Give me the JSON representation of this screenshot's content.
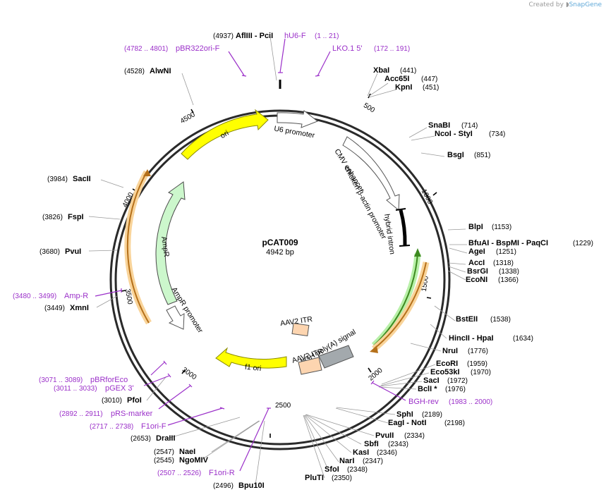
{
  "credit": {
    "prefix": "Created by",
    "brand": "SnapGene"
  },
  "plasmid": {
    "name": "pCAT009",
    "size_label": "4942 bp",
    "length": 4942
  },
  "ticks": [
    "500",
    "1000",
    "1500",
    "2000",
    "2500",
    "3000",
    "3500",
    "4000",
    "4500"
  ],
  "features": [
    {
      "label": "ori",
      "color": "#ffff00"
    },
    {
      "label": "U6 promoter",
      "color": "#ffffff"
    },
    {
      "label": "CMV enhancer",
      "color": "#ffffff"
    },
    {
      "label": "chicken β-actin promoter",
      "color": "#ffffff"
    },
    {
      "label": "hybrid intron",
      "color": "#000000"
    },
    {
      "label": "AmpR",
      "color": "#ccf7cc"
    },
    {
      "label": "AmpR promoter",
      "color": "#ffffff"
    },
    {
      "label": "AAV2 ITR",
      "color": "#fdd5b0"
    },
    {
      "label": "bGH poly(A) signal",
      "color": "#a3a9ad"
    },
    {
      "label": "AAV2 ITR",
      "color": "#fdd5b0"
    },
    {
      "label": "f1 ori",
      "color": "#ffff00"
    }
  ],
  "enzymes": [
    {
      "name": "AflIII  - PciI",
      "pos": "(4937)"
    },
    {
      "name": "XbaI",
      "pos": "(441)"
    },
    {
      "name": "Acc65I",
      "pos": "(447)"
    },
    {
      "name": "KpnI",
      "pos": "(451)"
    },
    {
      "name": "SnaBI",
      "pos": "(714)"
    },
    {
      "name": "NcoI  - StyI",
      "pos": "(734)"
    },
    {
      "name": "BsgI",
      "pos": "(851)"
    },
    {
      "name": "BlpI",
      "pos": "(1153)"
    },
    {
      "name": "BfuAI  - BspMI  - PaqCI",
      "pos": "(1229)"
    },
    {
      "name": "AgeI",
      "pos": "(1251)"
    },
    {
      "name": "AccI",
      "pos": "(1318)"
    },
    {
      "name": "BsrGI",
      "pos": "(1338)"
    },
    {
      "name": "EcoNI",
      "pos": "(1366)"
    },
    {
      "name": "BstEII",
      "pos": "(1538)"
    },
    {
      "name": "HincII  - HpaI",
      "pos": "(1634)"
    },
    {
      "name": "NruI",
      "pos": "(1776)"
    },
    {
      "name": "EcoRI",
      "pos": "(1959)"
    },
    {
      "name": "Eco53kI",
      "pos": "(1970)"
    },
    {
      "name": "SacI",
      "pos": "(1972)"
    },
    {
      "name": "BclI *",
      "pos": "(1976)"
    },
    {
      "name": "SphI",
      "pos": "(2189)"
    },
    {
      "name": "EagI  - NotI",
      "pos": "(2198)"
    },
    {
      "name": "PvuII",
      "pos": "(2334)"
    },
    {
      "name": "SbfI",
      "pos": "(2343)"
    },
    {
      "name": "KasI",
      "pos": "(2346)"
    },
    {
      "name": "NarI",
      "pos": "(2347)"
    },
    {
      "name": "SfoI",
      "pos": "(2348)"
    },
    {
      "name": "PluTI",
      "pos": "(2350)"
    },
    {
      "name": "Bpu10I",
      "pos": "(2496)"
    },
    {
      "name": "NgoMIV",
      "pos": "(2545)"
    },
    {
      "name": "NaeI",
      "pos": "(2547)"
    },
    {
      "name": "DraIII",
      "pos": "(2653)"
    },
    {
      "name": "PfoI",
      "pos": "(3010)"
    },
    {
      "name": "XmnI",
      "pos": "(3449)"
    },
    {
      "name": "PvuI",
      "pos": "(3680)"
    },
    {
      "name": "FspI",
      "pos": "(3826)"
    },
    {
      "name": "SacII",
      "pos": "(3984)"
    },
    {
      "name": "AlwNI",
      "pos": "(4528)"
    }
  ],
  "primers": [
    {
      "name": "hU6-F",
      "pos": "(1 .. 21)"
    },
    {
      "name": "LKO.1 5'",
      "pos": "(172 .. 191)"
    },
    {
      "name": "pBR322ori-F",
      "pos": "(4782 .. 4801)"
    },
    {
      "name": "BGH-rev",
      "pos": "(1983 .. 2000)"
    },
    {
      "name": "Amp-R",
      "pos": "(3480 .. 3499)"
    },
    {
      "name": "pBRforEco",
      "pos": "(3071 .. 3089)"
    },
    {
      "name": "pGEX 3'",
      "pos": "(3011 .. 3033)"
    },
    {
      "name": "pRS-marker",
      "pos": "(2892 .. 2911)"
    },
    {
      "name": "F1ori-F",
      "pos": "(2717 .. 2738)"
    },
    {
      "name": "F1ori-R",
      "pos": "(2507 .. 2526)"
    }
  ]
}
